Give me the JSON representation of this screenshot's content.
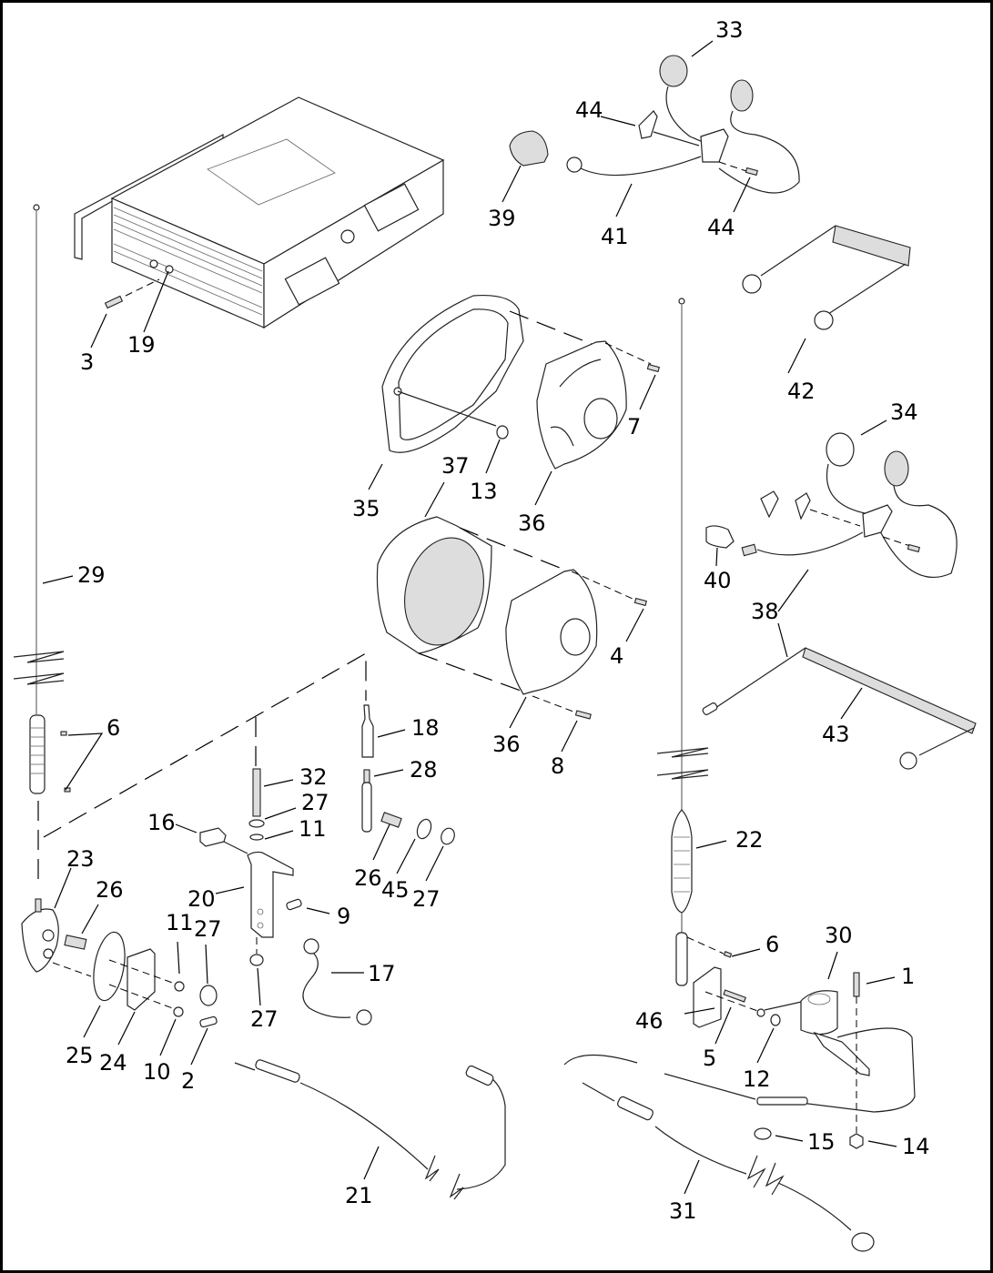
{
  "diagram": {
    "type": "exploded-parts-diagram",
    "subject": "Radio, speakers, antennas and headset assemblies",
    "callouts": [
      "1",
      "2",
      "3",
      "4",
      "5",
      "6",
      "7",
      "8",
      "9",
      "10",
      "11",
      "12",
      "13",
      "14",
      "15",
      "16",
      "17",
      "18",
      "19",
      "20",
      "21",
      "22",
      "23",
      "24",
      "25",
      "26",
      "27",
      "28",
      "29",
      "30",
      "31",
      "32",
      "33",
      "34",
      "35",
      "36",
      "37",
      "38",
      "39",
      "40",
      "41",
      "42",
      "43",
      "44",
      "45",
      "46"
    ],
    "labels": {
      "c1": "1",
      "c2": "2",
      "c3": "3",
      "c4": "4",
      "c5": "5",
      "c6a": "6",
      "c6b": "6",
      "c7": "7",
      "c8": "8",
      "c9": "9",
      "c10": "10",
      "c11a": "11",
      "c11b": "11",
      "c12": "12",
      "c13": "13",
      "c14": "14",
      "c15": "15",
      "c16": "16",
      "c17": "17",
      "c18": "18",
      "c19": "19",
      "c20": "20",
      "c21": "21",
      "c22": "22",
      "c23": "23",
      "c24": "24",
      "c25": "25",
      "c26a": "26",
      "c26b": "26",
      "c27a": "27",
      "c27b": "27",
      "c27c": "27",
      "c27d": "27",
      "c28": "28",
      "c29": "29",
      "c30": "30",
      "c31": "31",
      "c32": "32",
      "c33": "33",
      "c34": "34",
      "c35": "35",
      "c36a": "36",
      "c36b": "36",
      "c37": "37",
      "c38": "38",
      "c39": "39",
      "c40": "40",
      "c41": "41",
      "c42": "42",
      "c43": "43",
      "c44a": "44",
      "c44b": "44",
      "c45": "45",
      "c46": "46"
    },
    "components": [
      {
        "id": "radio-unit",
        "callouts": [
          "3",
          "19"
        ]
      },
      {
        "id": "speaker-upper",
        "callouts": [
          "7",
          "13",
          "35",
          "36"
        ]
      },
      {
        "id": "speaker-lower",
        "callouts": [
          "4",
          "8",
          "36",
          "37"
        ]
      },
      {
        "id": "headset-rider",
        "callouts": [
          "33",
          "39",
          "41",
          "44"
        ]
      },
      {
        "id": "headset-passenger",
        "callouts": [
          "34",
          "38",
          "40"
        ]
      },
      {
        "id": "coil-cords",
        "callouts": [
          "42",
          "43"
        ]
      },
      {
        "id": "antenna-left",
        "callouts": [
          "6",
          "29",
          "23",
          "24",
          "25",
          "26",
          "10",
          "11",
          "27",
          "2"
        ]
      },
      {
        "id": "antenna-mount-bracket",
        "callouts": [
          "16",
          "18",
          "20",
          "28",
          "32",
          "9",
          "17",
          "26",
          "45",
          "27"
        ]
      },
      {
        "id": "antenna-right",
        "callouts": [
          "22",
          "6",
          "46",
          "5",
          "12",
          "30",
          "1",
          "14",
          "15"
        ]
      },
      {
        "id": "antenna-cables",
        "callouts": [
          "21",
          "31"
        ]
      }
    ]
  }
}
